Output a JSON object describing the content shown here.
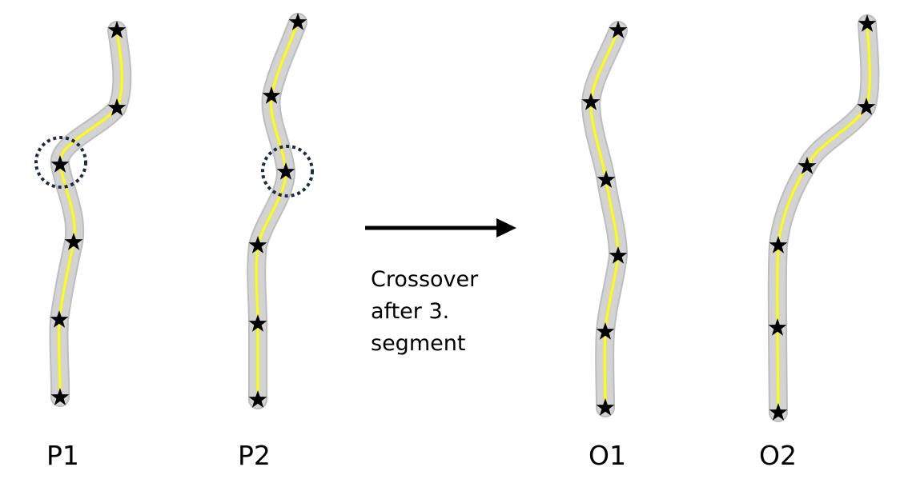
{
  "labels": {
    "p1": "P1",
    "p2": "P2",
    "o1": "O1",
    "o2": "O2"
  },
  "caption": {
    "line1": "Crossover",
    "line2": "after 3.",
    "line3": "segment"
  },
  "colors": {
    "tube": "#d3d3d3",
    "tube_edge": "#bdbdbd",
    "path": "#ffff00",
    "star": "#000000",
    "marker_circle": "#1f2a44",
    "arrow": "#000000"
  },
  "icons": {
    "waypoint": "star-icon",
    "crossover_marker": "dashed-circle-icon",
    "direction": "arrow-right-icon"
  }
}
